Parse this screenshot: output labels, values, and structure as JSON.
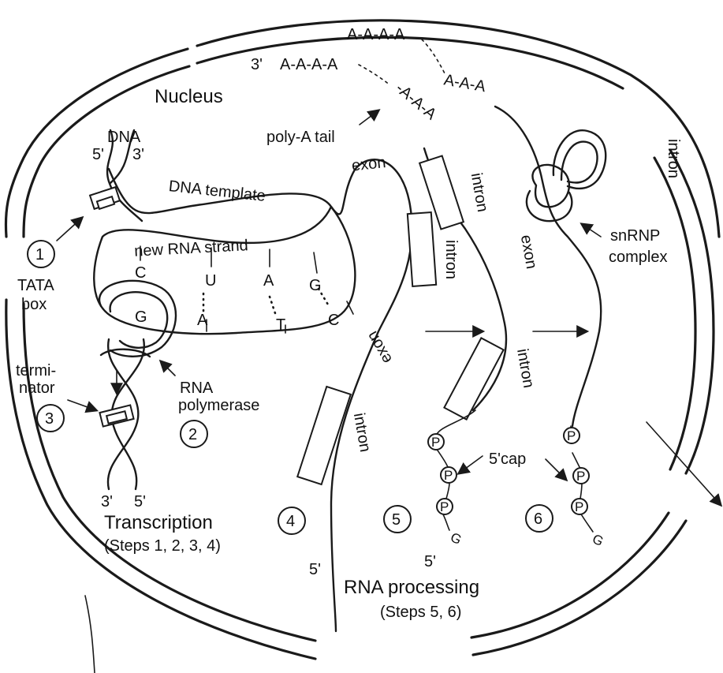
{
  "labels": {
    "nucleus": "Nucleus",
    "dna": "DNA",
    "dna_5": "5'",
    "dna_3": "3'",
    "dna_template": "DNA template",
    "new_rna_strand": "new RNA strand",
    "tata_line1": "TATA",
    "tata_line2": "box",
    "terminator_line1": "termi-",
    "terminator_line2": "nator",
    "rna_pol_line1": "RNA",
    "rna_pol_line2": "polymerase",
    "bottom_3": "3'",
    "bottom_5": "5'",
    "poly_a_tail": "poly-A tail",
    "polya_3prime": "3'",
    "polya_chain1": "A-A-A-A",
    "polya_chain2": "A-A-A-A",
    "polya_chain3": "-A-A-A",
    "polya_chain4": "A-A-A",
    "exon": "exon",
    "intron": "intron",
    "snrnp_line1": "snRNP",
    "snrnp_line2": "complex",
    "five_cap": "5'cap",
    "strand_5prime": "5'",
    "transcription": "Transcription",
    "transcription_steps": "(Steps 1, 2, 3, 4)",
    "rna_processing": "RNA processing",
    "rna_processing_steps": "(Steps 5, 6)"
  },
  "steps": [
    "1",
    "2",
    "3",
    "4",
    "5",
    "6"
  ],
  "bases": {
    "rna": [
      "C",
      "U",
      "A",
      "G"
    ],
    "dna": [
      "G",
      "A",
      "T",
      "C"
    ]
  },
  "phosphate": "P",
  "guanine_cap": "G"
}
